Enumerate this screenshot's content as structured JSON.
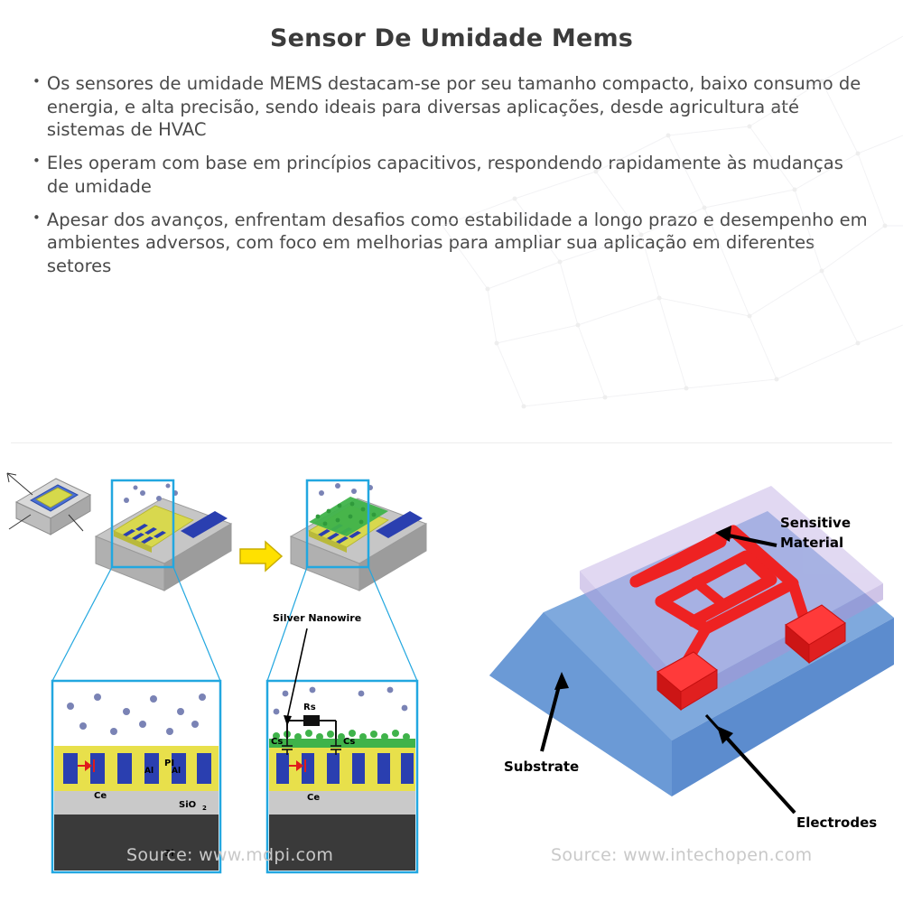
{
  "header": {
    "title": "Sensor De Umidade Mems"
  },
  "bullets": [
    "Os sensores de umidade MEMS destacam-se por seu tamanho compacto, baixo consumo de energia, e alta precisão, sendo ideais para diversas aplicações, desde agricultura até sistemas de HVAC",
    "Eles operam com base em princípios capacitivos, respondendo rapidamente às mudanças de umidade",
    "Apesar dos avanços, enfrentam desafios como estabilidade a longo prazo e desempenho em ambientes adversos, com foco em melhorias para ampliar sua aplicação em diferentes setores"
  ],
  "figure_left": {
    "source": "Source: www.mdpi.com",
    "labels": {
      "silver_nanowire": "Silver Nanowire",
      "rs": "Rs",
      "cs_left": "Cs",
      "cs_right": "Cs",
      "ce_left": "Ce",
      "ce_right": "Ce",
      "pi": "PI",
      "al_left": "Al",
      "al_right": "Al",
      "sio2": "SiO",
      "sio2_sub": "2",
      "si": "Si"
    },
    "colors": {
      "frame": "#22a7e0",
      "arrow": "#ffe100",
      "pi_layer": "#e8e04b",
      "electrode": "#2a3fb0",
      "substrate_dark": "#3a3a3a",
      "nanowire": "#3fb34a",
      "particle": "#7a83b5"
    }
  },
  "figure_right": {
    "source": "Source: www.intechopen.com",
    "labels": {
      "sensitive_material": "Sensitive\nMaterial",
      "sensitive_material_line1": "Sensitive",
      "sensitive_material_line2": "Material",
      "substrate": "Substrate",
      "electrodes": "Electrodes"
    },
    "colors": {
      "substrate_top": "#7fa9dd",
      "substrate_side": "#6b9ad6",
      "sensitive_material": "#c9b9e8",
      "electrode_red": "#ee2222"
    }
  }
}
